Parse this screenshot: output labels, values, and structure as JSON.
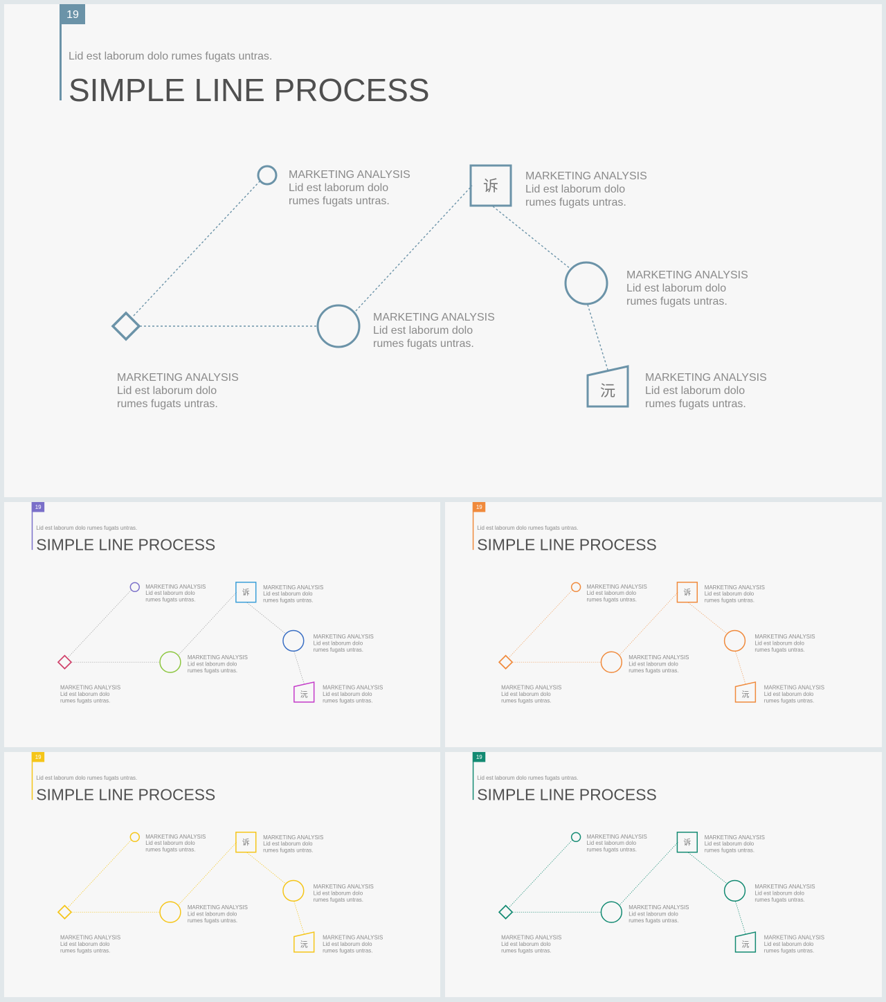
{
  "slides": [
    {
      "page_number": "19",
      "subtitle": "Lid est laborum dolo rumes fugats untras.",
      "title": "SIMPLE LINE PROCESS",
      "colors": {
        "tag": "#6b93a8",
        "line": "#6b93a8",
        "diamond": "#6b93a8",
        "circle1": "#6b93a8",
        "circle2": "#6b93a8",
        "square": "#6b93a8",
        "circle3": "#6b93a8",
        "trap": "#6b93a8"
      }
    },
    {
      "page_number": "19",
      "subtitle": "Lid est laborum dolo rumes fugats untras.",
      "title": "SIMPLE LINE PROCESS",
      "colors": {
        "tag": "#7a6fc9",
        "line": "#a0a0a0",
        "diamond": "#d0416a",
        "circle1": "#7a6fc9",
        "circle2": "#8cc63f",
        "square": "#3a9ed8",
        "circle3": "#3a6fc4",
        "trap": "#c43ac9"
      }
    },
    {
      "page_number": "19",
      "subtitle": "Lid est laborum dolo rumes fugats untras.",
      "title": "SIMPLE LINE PROCESS",
      "colors": {
        "tag": "#f08a3c",
        "line": "#f0a060",
        "diamond": "#f08a3c",
        "circle1": "#f08a3c",
        "circle2": "#f08a3c",
        "square": "#f08a3c",
        "circle3": "#f08a3c",
        "trap": "#f08a3c"
      }
    },
    {
      "page_number": "19",
      "subtitle": "Lid est laborum dolo rumes fugats untras.",
      "title": "SIMPLE LINE PROCESS",
      "colors": {
        "tag": "#f5c518",
        "line": "#f5c518",
        "diamond": "#f5c518",
        "circle1": "#f5c518",
        "circle2": "#f5c518",
        "square": "#f5c518",
        "circle3": "#f5c518",
        "trap": "#f5c518"
      }
    },
    {
      "page_number": "19",
      "subtitle": "Lid est laborum dolo rumes fugats untras.",
      "title": "SIMPLE LINE PROCESS",
      "colors": {
        "tag": "#138a72",
        "line": "#138a72",
        "diamond": "#138a72",
        "circle1": "#138a72",
        "circle2": "#138a72",
        "square": "#138a72",
        "circle3": "#138a72",
        "trap": "#138a72"
      }
    }
  ],
  "nodes": [
    {
      "id": "circle1",
      "heading": "MARKETING ANALYSIS",
      "line1": "Lid est laborum dolo",
      "line2": "rumes fugats untras."
    },
    {
      "id": "square",
      "glyph": "诉",
      "heading": "MARKETING ANALYSIS",
      "line1": "Lid est laborum dolo",
      "line2": "rumes fugats untras."
    },
    {
      "id": "circle3",
      "heading": "MARKETING ANALYSIS",
      "line1": "Lid est laborum dolo",
      "line2": "rumes fugats untras."
    },
    {
      "id": "circle2",
      "heading": "MARKETING ANALYSIS",
      "line1": "Lid est laborum dolo",
      "line2": "rumes fugats untras."
    },
    {
      "id": "diamond",
      "heading": "MARKETING ANALYSIS",
      "line1": "Lid est laborum dolo",
      "line2": "rumes fugats untras."
    },
    {
      "id": "trap",
      "glyph": "沅",
      "heading": "MARKETING ANALYSIS",
      "line1": "Lid est laborum dolo",
      "line2": "rumes fugats untras."
    }
  ]
}
